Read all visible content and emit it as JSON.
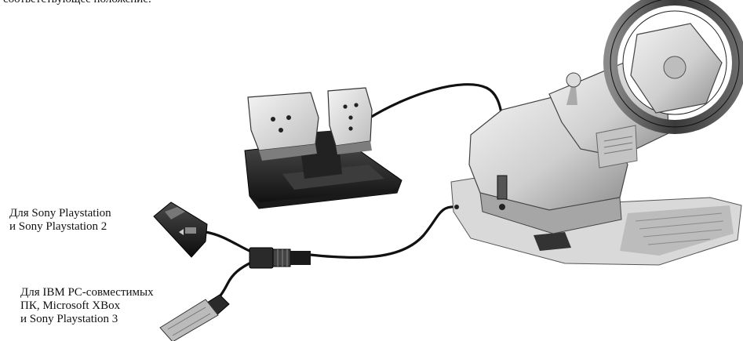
{
  "header_fragment": "соответствующее положение.",
  "labels": {
    "playstation": [
      "Для Sony Playstation",
      "и Sony Playstation 2"
    ],
    "pc": [
      "Для IBM PC-совместимых",
      "ПК, Microsoft XBox",
      "и Sony Playstation 3"
    ]
  },
  "figure": {
    "items": [
      "pedals",
      "steering-wheel",
      "playstation-connector",
      "usb-connector",
      "cable-splitter"
    ],
    "palette": {
      "light": "#e6e6e6",
      "mid": "#9a9a9a",
      "dark": "#2a2a2a",
      "black": "#0d0d0d"
    }
  }
}
